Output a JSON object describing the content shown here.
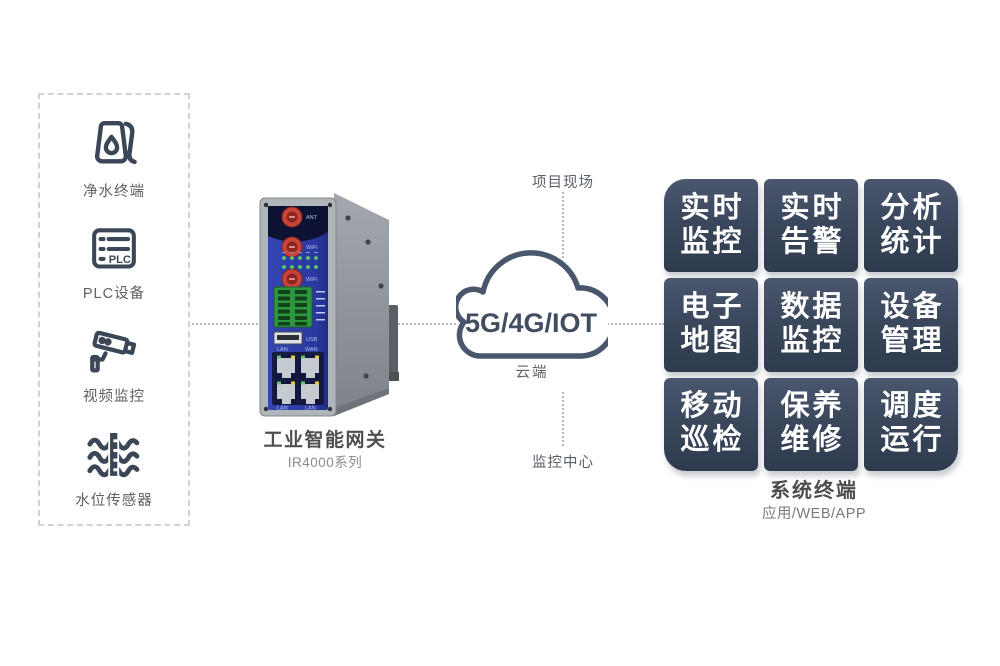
{
  "sources": {
    "items": [
      {
        "label": "净水终端",
        "icon": "water-purifier-icon"
      },
      {
        "label": "PLC设备",
        "icon": "plc-device-icon",
        "badge": "PLC"
      },
      {
        "label": "视频监控",
        "icon": "cctv-camera-icon"
      },
      {
        "label": "水位传感器",
        "icon": "water-level-sensor-icon"
      }
    ]
  },
  "gateway": {
    "title": "工业智能网关",
    "subtitle": "IR4000系列",
    "panel_labels": {
      "ant": "ANT",
      "wifi1": "WIFI",
      "wifi2": "WIFI",
      "usb": "USB",
      "lan_top": "LAN",
      "wan_top": "WAN",
      "lan_bottom_left": "LAN",
      "lan_bottom_right": "LAN"
    }
  },
  "cloud": {
    "core_label": "5G/4G/IOT",
    "caption": "云端",
    "site_label": "项目现场",
    "center_label": "监控中心"
  },
  "terminal": {
    "title": "系统终端",
    "subtitle": "应用/WEB/APP",
    "tiles": [
      {
        "line1": "实时",
        "line2": "监控"
      },
      {
        "line1": "实时",
        "line2": "告警"
      },
      {
        "line1": "分析",
        "line2": "统计"
      },
      {
        "line1": "电子",
        "line2": "地图"
      },
      {
        "line1": "数据",
        "line2": "监控"
      },
      {
        "line1": "设备",
        "line2": "管理"
      },
      {
        "line1": "移动",
        "line2": "巡检"
      },
      {
        "line1": "保养",
        "line2": "维修"
      },
      {
        "line1": "调度",
        "line2": "运行"
      }
    ]
  },
  "colors": {
    "icon": "#3b4756",
    "tile_top": "#4a576e",
    "tile_bottom": "#2e3a4d",
    "cloud_stroke": "#49566b",
    "panel_blue": "#2c3aa2",
    "dotted_line": "#b8b8b8"
  }
}
